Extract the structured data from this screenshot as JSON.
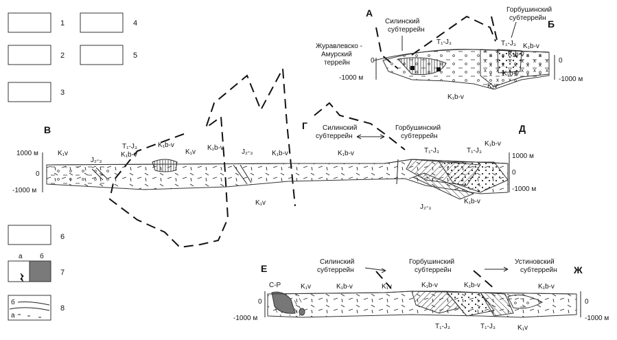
{
  "legend": {
    "items": [
      {
        "num": "1",
        "pattern": "dash-circle"
      },
      {
        "num": "2",
        "pattern": "dots-cluster"
      },
      {
        "num": "3",
        "pattern": "dots"
      },
      {
        "num": "4",
        "pattern": "dashes-random"
      },
      {
        "num": "5",
        "pattern": "crosses"
      },
      {
        "num": "6",
        "pattern": "vertical-lines"
      },
      {
        "num": "7",
        "pattern": "split-a-b",
        "sub_a": "а",
        "sub_b": "б"
      },
      {
        "num": "8",
        "pattern": "split-a-b-lines",
        "sub_a": "а",
        "sub_b": "б"
      }
    ]
  },
  "section_AB": {
    "letter_left": "А",
    "letter_right": "Б",
    "terrane_silinsky": "Силинский\nсубтеррейн",
    "terrane_gorbushinsky": "Горбушинский\nсубтеррейн",
    "terrane_zhuravlevsko": "Журавлевско -\nАмурский\nтеррейн",
    "label_T1J3": "T₁-J₃",
    "label_K1bv_a": "K₁b-v",
    "label_K1bv_b": "K₁b-v",
    "label_K1bv_c": "K₁b-v",
    "label_K1bv_d": "K₁b-v",
    "label_K1v": "K₁v",
    "label_T1J3_b": "T₁-J₃",
    "scale_0_left": "0",
    "scale_neg_left": "-1000 м",
    "scale_0_right": "0",
    "scale_neg_right": "-1000 м"
  },
  "section_VD": {
    "letter_V": "В",
    "letter_G": "Г",
    "letter_D": "Д",
    "terrane_silinsky": "Силинский\nсубтеррейн",
    "terrane_gorbushinsky": "Горбушинский\nсубтеррейн",
    "labels": [
      "K₁v",
      "J₂-₃",
      "K₁b-v",
      "T₁-J₃",
      "K₁b-v",
      "K₁v",
      "K₁b-v",
      "J₂-₃",
      "K₁b-v",
      "K₁b-v",
      "T₁-J₃",
      "T₁-J₃",
      "K₁b-v",
      "K₁v",
      "J₂-₃",
      "K₁b-v"
    ],
    "scale_1000_left": "1000 м",
    "scale_0_left": "0",
    "scale_neg_left": "-1000 м",
    "scale_1000_right": "1000 м",
    "scale_0_right": "0",
    "scale_neg_right": "-1000 м"
  },
  "section_EZh": {
    "letter_E": "Е",
    "letter_Zh": "Ж",
    "terrane_silinsky": "Силинский\nсубтеррейн",
    "terrane_gorbushinsky": "Горбушинский\nсубтеррейн",
    "terrane_ustinovsky": "Устиновский\nсубтеррейн",
    "label_CP": "C-P",
    "labels_top": [
      "K₁v",
      "K₁b-v",
      "K₁v",
      "K₁b-v",
      "K₁b-v",
      "K₁b-v"
    ],
    "labels_bottom": [
      "T₁-J₃",
      "T₁-J₃",
      "K₁v"
    ],
    "scale_0_left": "0",
    "scale_neg_left": "-1000 м",
    "scale_0_right": "0",
    "scale_neg_right": "-1000 м"
  }
}
